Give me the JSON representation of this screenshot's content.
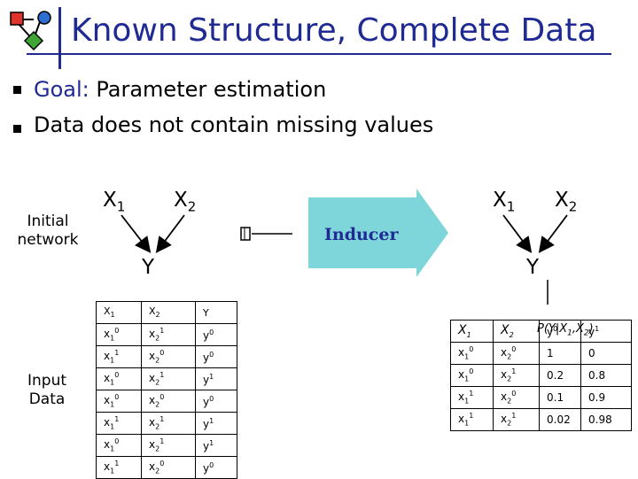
{
  "title": "Known Structure, Complete Data",
  "bullets": [
    {
      "label": "Goal:",
      "text": " Parameter estimation"
    },
    {
      "text": "Data does not contain missing values"
    }
  ],
  "left_network": {
    "label": "Initial network",
    "nodes": [
      {
        "name": "X",
        "sub": "1"
      },
      {
        "name": "X",
        "sub": "2"
      },
      {
        "name": "Y"
      }
    ]
  },
  "inducer": {
    "label": "Inducer"
  },
  "right_network": {
    "nodes": [
      {
        "name": "X",
        "sub": "1"
      },
      {
        "name": "X",
        "sub": "2"
      },
      {
        "name": "Y"
      }
    ]
  },
  "input_data": {
    "label": "Input Data",
    "headers": [
      "X1",
      "X2",
      "Y"
    ],
    "rows": [
      [
        [
          "x",
          "1",
          "0"
        ],
        [
          "x",
          "2",
          "1"
        ],
        [
          "y",
          "",
          "0"
        ]
      ],
      [
        [
          "x",
          "1",
          "1"
        ],
        [
          "x",
          "2",
          "0"
        ],
        [
          "y",
          "",
          "0"
        ]
      ],
      [
        [
          "x",
          "1",
          "0"
        ],
        [
          "x",
          "2",
          "1"
        ],
        [
          "y",
          "",
          "1"
        ]
      ],
      [
        [
          "x",
          "1",
          "0"
        ],
        [
          "x",
          "2",
          "0"
        ],
        [
          "y",
          "",
          "0"
        ]
      ],
      [
        [
          "x",
          "1",
          "1"
        ],
        [
          "x",
          "2",
          "1"
        ],
        [
          "y",
          "",
          "1"
        ]
      ],
      [
        [
          "x",
          "1",
          "0"
        ],
        [
          "x",
          "2",
          "1"
        ],
        [
          "y",
          "",
          "1"
        ]
      ],
      [
        [
          "x",
          "1",
          "1"
        ],
        [
          "x",
          "2",
          "0"
        ],
        [
          "y",
          "",
          "0"
        ]
      ]
    ]
  },
  "cpt": {
    "caption": "P(Y|X1,X2)",
    "headers": [
      "X1",
      "X2",
      "y0",
      "y1"
    ],
    "rows": [
      {
        "x1": "0",
        "x2": "0",
        "p0": "1",
        "p1": "0"
      },
      {
        "x1": "0",
        "x2": "1",
        "p0": "0.2",
        "p1": "0.8"
      },
      {
        "x1": "1",
        "x2": "0",
        "p0": "0.1",
        "p1": "0.9"
      },
      {
        "x1": "1",
        "x2": "1",
        "p0": "0.02",
        "p1": "0.98"
      }
    ]
  },
  "colors": {
    "title": "#1f2a93",
    "arrow": "#7fd6da",
    "logo_red": "#e0332b",
    "logo_blue": "#2d6fd1",
    "logo_green": "#3fa535"
  }
}
